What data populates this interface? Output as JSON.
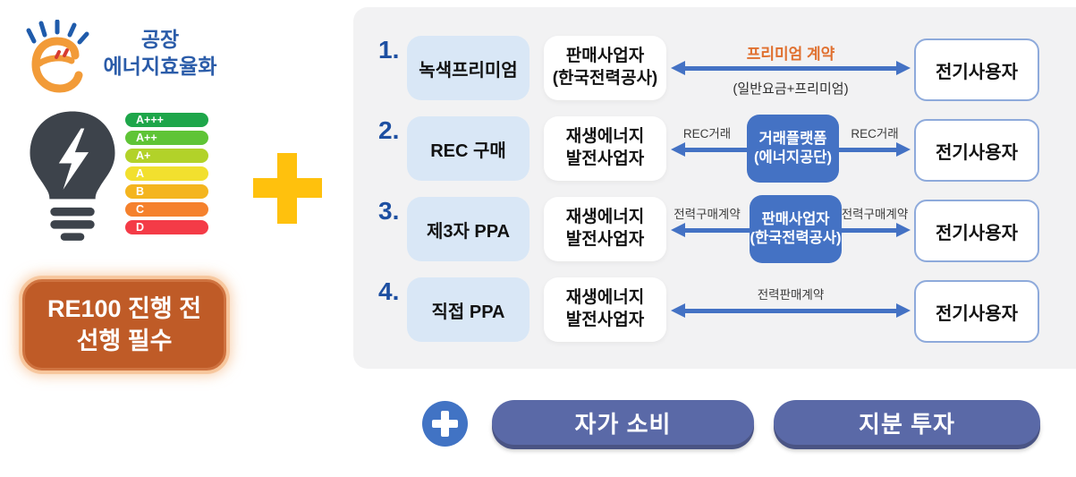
{
  "colors": {
    "accent_blue": "#4472c4",
    "panel_bg": "#f2f2f3",
    "option_box_bg": "#d9e7f6",
    "number_blue": "#1d4fa1",
    "orange_contract_label": "#e0702f",
    "notice_bg": "#bf5b27",
    "amber_plus": "#ffc10d",
    "footer_button_bg": "#5a69a7",
    "user_box_border": "#8eaadb"
  },
  "left_section": {
    "logo_icon": "energy-swirl-logo",
    "title_line1": "공장",
    "title_line2": "에너지효율화",
    "energy_ratings": [
      {
        "label": "A+++",
        "color": "#1ea64a"
      },
      {
        "label": "A++",
        "color": "#5fc436"
      },
      {
        "label": "A+",
        "color": "#b2d229"
      },
      {
        "label": "A",
        "color": "#f2e02e"
      },
      {
        "label": "B",
        "color": "#f4b51f"
      },
      {
        "label": "C",
        "color": "#f5812d"
      },
      {
        "label": "D",
        "color": "#f43b47"
      }
    ],
    "notice_line1": "RE100 진행 전",
    "notice_line2": "선행 필수"
  },
  "diagram": {
    "rows": [
      {
        "number": "1.",
        "option": "녹색프리미엄",
        "provider_line1": "판매사업자",
        "provider_line2": "(한국전력공사)",
        "contract_label": "프리미엄 계약",
        "contract_sublabel": "(일반요금+프리미엄)",
        "user": "전기사용자"
      },
      {
        "number": "2.",
        "option": "REC 구매",
        "provider_line1": "재생에너지",
        "provider_line2": "발전사업자",
        "left_arrow_label": "REC거래",
        "platform_line1": "거래플랫폼",
        "platform_line2": "(에너지공단)",
        "right_arrow_label": "REC거래",
        "user": "전기사용자"
      },
      {
        "number": "3.",
        "option": "제3자 PPA",
        "provider_line1": "재생에너지",
        "provider_line2": "발전사업자",
        "left_arrow_label": "전력구매계약",
        "platform_line1": "판매사업자",
        "platform_line2": "(한국전력공사)",
        "right_arrow_label": "전력구매계약",
        "user": "전기사용자"
      },
      {
        "number": "4.",
        "option": "직접 PPA",
        "provider_line1": "재생에너지",
        "provider_line2": "발전사업자",
        "contract_label": "전력판매계약",
        "user": "전기사용자"
      }
    ]
  },
  "footer": {
    "self_consumption": "자가 소비",
    "equity_investment": "지분 투자"
  }
}
